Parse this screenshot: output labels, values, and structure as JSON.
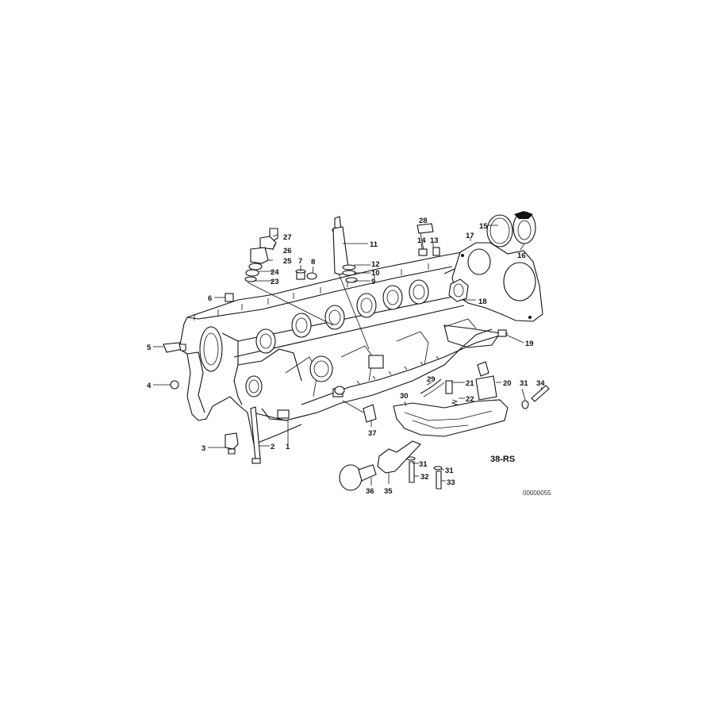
{
  "diagram": {
    "code": "38-RS",
    "image_id": "00000055",
    "part_labels": [
      "1",
      "2",
      "3",
      "4",
      "5",
      "6",
      "7",
      "8",
      "9",
      "10",
      "11",
      "12",
      "13",
      "14",
      "15",
      "16",
      "17",
      "18",
      "19",
      "20",
      "21",
      "22",
      "23",
      "24",
      "25",
      "26",
      "27",
      "28",
      "29",
      "30",
      "31",
      "31",
      "31",
      "32",
      "33",
      "34",
      "35",
      "36",
      "37"
    ]
  }
}
